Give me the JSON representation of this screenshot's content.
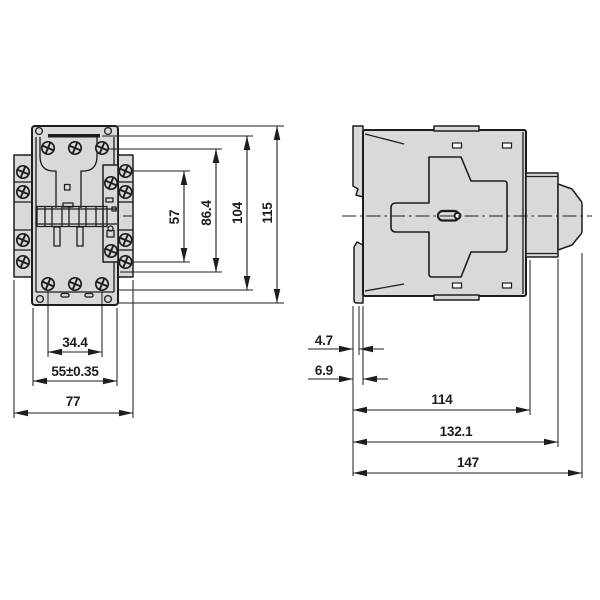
{
  "drawing": {
    "description": "contactor-dimension-drawing-two-views",
    "colors": {
      "background": "#ffffff",
      "line": "#1d1d1b",
      "body_fill": "#d9d9d9"
    },
    "front": {
      "dims_vertical": [
        {
          "label": "57"
        },
        {
          "label": "86.4"
        },
        {
          "label": "104"
        },
        {
          "label": "115"
        }
      ],
      "dims_horizontal": [
        {
          "label": "34.4"
        },
        {
          "label": "55±0.35"
        },
        {
          "label": "77"
        }
      ]
    },
    "side": {
      "dims": [
        {
          "label": "4.7"
        },
        {
          "label": "6.9"
        },
        {
          "label": "114"
        },
        {
          "label": "132.1"
        },
        {
          "label": "147"
        }
      ]
    }
  }
}
